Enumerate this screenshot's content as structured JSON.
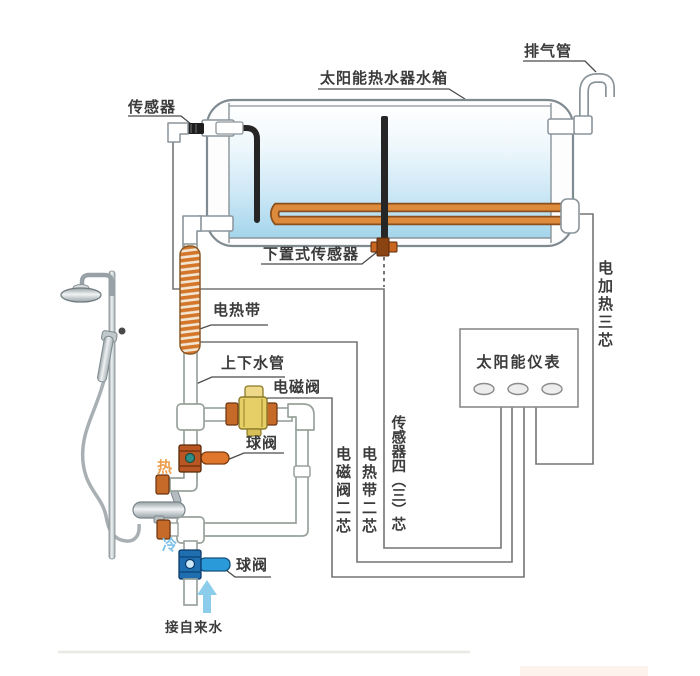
{
  "labels": {
    "tank": "太阳能热水器水箱",
    "exhaust_pipe": "排气管",
    "sensor_top": "传感器",
    "sensor_bottom": "下置式传感器",
    "heating_band": "电热带",
    "water_pipe": "上下水管",
    "solenoid_valve": "电磁阀",
    "ball_valve_hot": "球阀",
    "ball_valve_cold": "球阀",
    "hot": "热",
    "cold": "冷",
    "tap_water": "接自来水",
    "controller": "太阳能仪表",
    "wire_electric_heater": "电加热三芯",
    "wire_sensor": "传感器四（三）芯",
    "wire_heating_band": "电热带二芯",
    "wire_solenoid": "电磁阀二芯"
  },
  "colors": {
    "copper_tube": "#dd8a3c",
    "copper_outline": "#8a4f1d",
    "heating_band_stripe": "#d4762a",
    "solenoid_body": "#e7cf67",
    "solenoid_cap": "#eed98a",
    "hot_valve_body": "#b85724",
    "hot_valve_lever": "#e0762c",
    "cold_valve_body": "#1f6eb0",
    "cold_valve_lever": "#2a9ad8",
    "coupling": "#c56a28",
    "sensor_fitting": "#c8661f",
    "arrow": "#8ccdec",
    "hot_text": "#ec9f4e",
    "cold_text": "#7cc0e8",
    "water_bottom": "#a3d5eb",
    "line": "#757575"
  }
}
